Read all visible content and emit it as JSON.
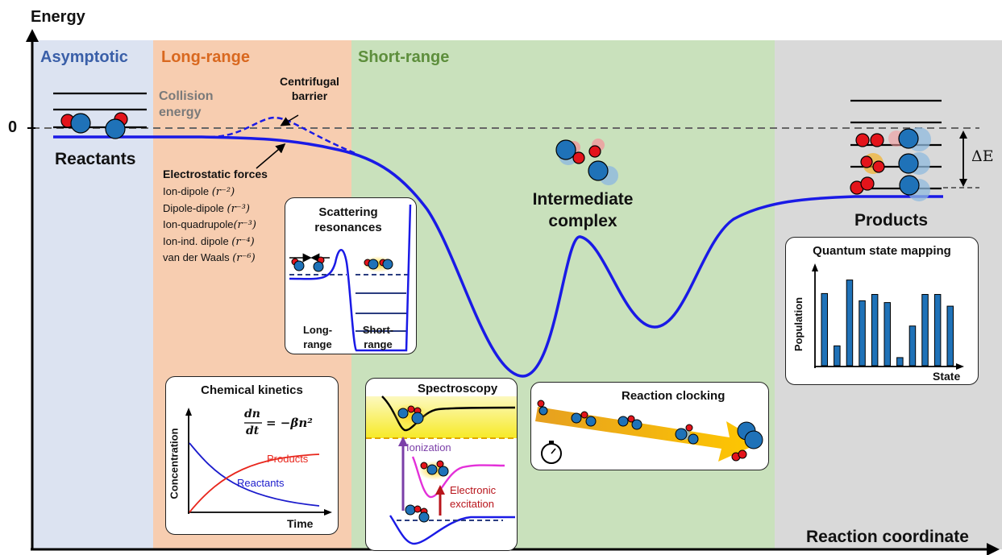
{
  "axes": {
    "y_label": "Energy",
    "zero_label": "0",
    "x_label": "Reaction coordinate"
  },
  "regions": {
    "asymptotic": {
      "title": "Asymptotic",
      "bg": "#dce3f1",
      "title_color": "#3a5fa8"
    },
    "long_range": {
      "title": "Long-range",
      "bg": "#f7cdb0",
      "title_color": "#d9681f"
    },
    "short_range": {
      "title": "Short-range",
      "bg": "#c9e1bc",
      "title_color": "#5d8e3c"
    },
    "products_region": {
      "bg": "#d9d9d9"
    }
  },
  "labels": {
    "collision_energy": "Collision energy",
    "centrifugal_barrier": "Centrifugal barrier",
    "reactants": "Reactants",
    "intermediate_complex": "Intermediate complex",
    "products": "Products",
    "delta_e": "ΔE",
    "electrostatic_title": "Electrostatic forces",
    "electrostatic_items": [
      {
        "name": "Ion-dipole ",
        "power": "(r⁻²)"
      },
      {
        "name": "Dipole-dipole ",
        "power": "(r⁻³)"
      },
      {
        "name": "Ion-quadrupole",
        "power": "(r⁻³)"
      },
      {
        "name": "Ion-ind. dipole ",
        "power": "(r⁻⁴)"
      },
      {
        "name": "van der Waals ",
        "power": "(r⁻⁶)"
      }
    ]
  },
  "scattering": {
    "title": "Scattering resonances",
    "long": "Long-range",
    "short": "Short-range"
  },
  "quantum": {
    "title": "Quantum state mapping",
    "ylabel": "Population",
    "xlabel": "State",
    "bar_values": [
      0.8,
      0.22,
      0.95,
      0.72,
      0.79,
      0.7,
      0.09,
      0.44,
      0.79,
      0.79,
      0.66
    ]
  },
  "kinetics": {
    "title": "Chemical kinetics",
    "equation_lhs_num": "dn",
    "equation_lhs_den": "dt",
    "equation_rhs": "= −βn²",
    "ylabel": "Concentration",
    "xlabel": "Time",
    "products": "Products",
    "reactants": "Reactants"
  },
  "spectroscopy": {
    "title": "Spectroscopy",
    "ionization": "Ionization",
    "electronic_excitation": "Electronic excitation"
  },
  "clocking": {
    "title": "Reaction clocking"
  },
  "colors": {
    "curve": "#1a1ae6",
    "atom_blue": "#1f72b8",
    "atom_red": "#e3141b",
    "kin_red": "#e8261c",
    "kin_blue": "#1b1bcc",
    "purple": "#7b3fa8",
    "dark_red": "#b8141b",
    "magenta": "#e330d9"
  }
}
